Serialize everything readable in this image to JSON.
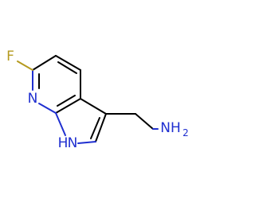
{
  "molecule": {
    "atoms": {
      "fluorine": {
        "symbol": "F",
        "color": "#b59a1f"
      },
      "pyridine_nitrogen": {
        "symbol": "N",
        "color": "#1f2fd0"
      },
      "pyrrole_nitrogen": {
        "symbol": "H",
        "symbol2": "N",
        "color": "#1f2fd0"
      },
      "amine": {
        "symbol": "NH",
        "subscript": "2",
        "color": "#1f2fd0"
      }
    },
    "bond_color": "#000000"
  }
}
